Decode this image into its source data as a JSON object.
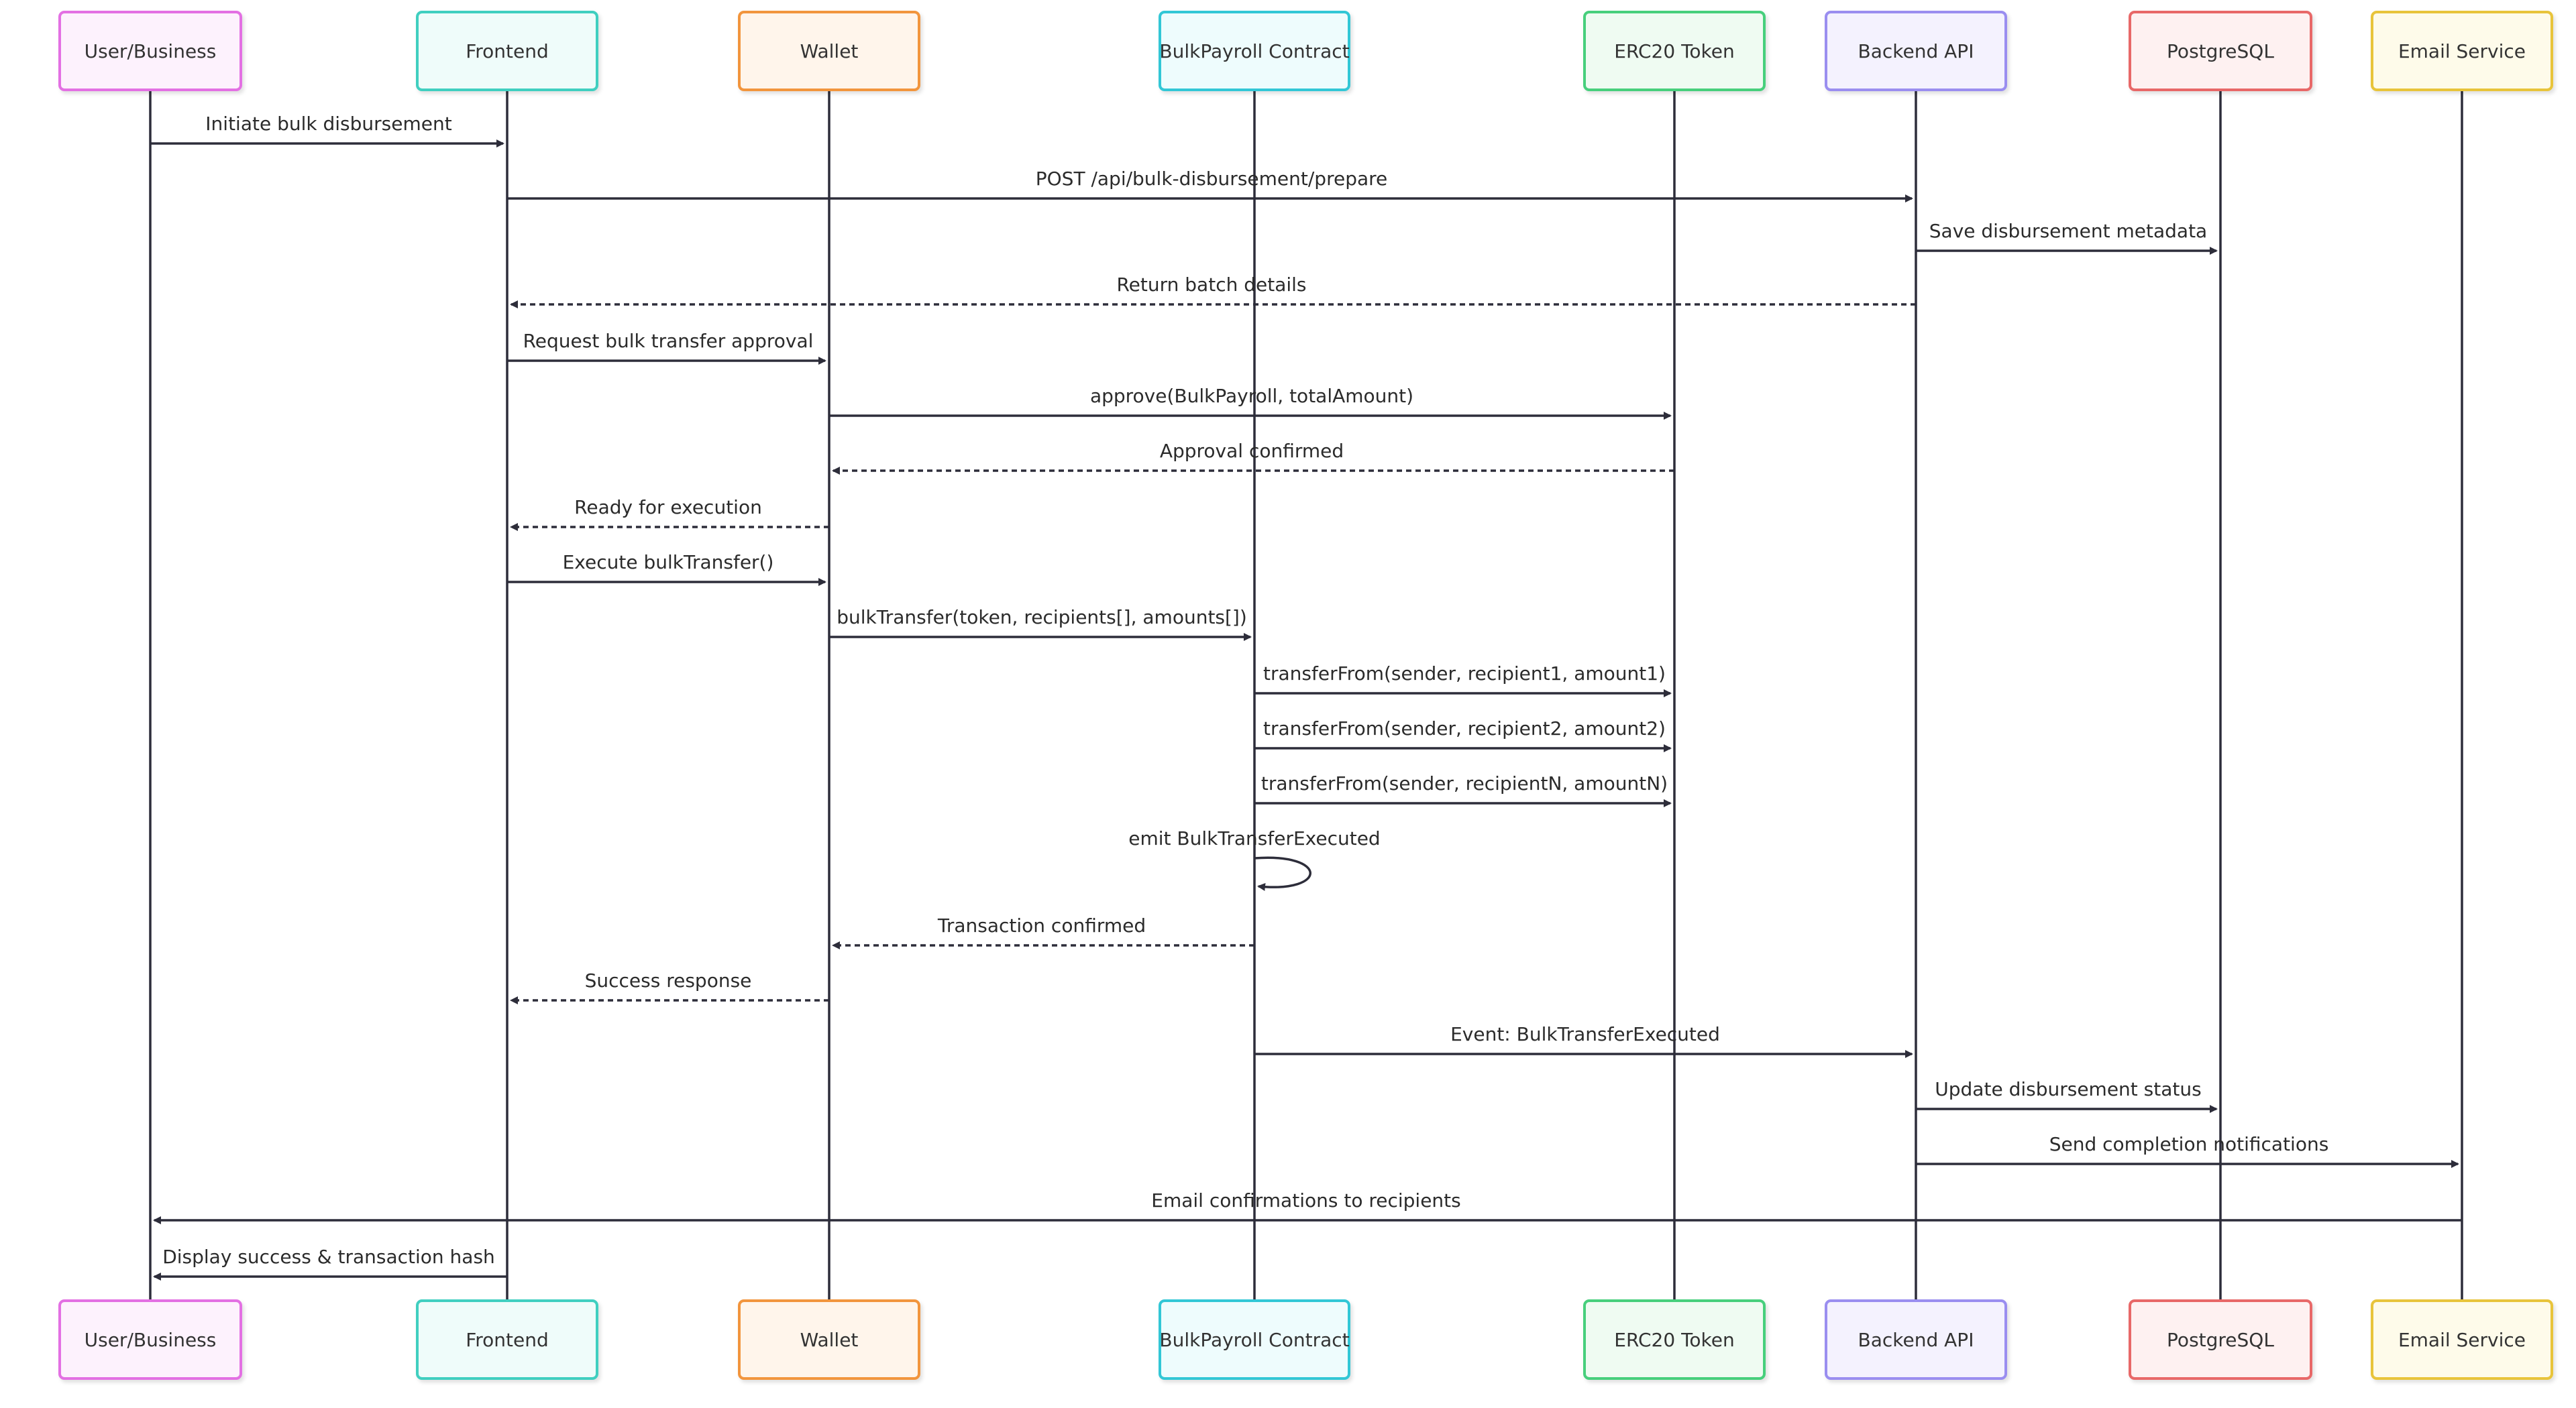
{
  "participants": [
    {
      "id": "user",
      "label": "User/Business",
      "stroke": "#e36fe3",
      "fill": "#fdf2fd"
    },
    {
      "id": "fe",
      "label": "Frontend",
      "stroke": "#3fcfc0",
      "fill": "#effcfa"
    },
    {
      "id": "wallet",
      "label": "Wallet",
      "stroke": "#f2953e",
      "fill": "#fff5eb"
    },
    {
      "id": "bulk",
      "label": "BulkPayroll Contract",
      "stroke": "#32c7d6",
      "fill": "#eefcfd"
    },
    {
      "id": "erc20",
      "label": "ERC20 Token",
      "stroke": "#47cf7c",
      "fill": "#effbf2"
    },
    {
      "id": "api",
      "label": "Backend API",
      "stroke": "#9a8ef0",
      "fill": "#f4f2fe"
    },
    {
      "id": "pg",
      "label": "PostgreSQL",
      "stroke": "#e86868",
      "fill": "#fef1f1"
    },
    {
      "id": "email",
      "label": "Email Service",
      "stroke": "#e8c43a",
      "fill": "#fefbea"
    }
  ],
  "messages": [
    {
      "from": "user",
      "to": "fe",
      "text": "Initiate bulk disbursement",
      "style": "solid"
    },
    {
      "from": "fe",
      "to": "api",
      "text": "POST /api/bulk-disbursement/prepare",
      "style": "solid"
    },
    {
      "from": "api",
      "to": "pg",
      "text": "Save disbursement metadata",
      "style": "solid"
    },
    {
      "from": "api",
      "to": "fe",
      "text": "Return batch details",
      "style": "dashed"
    },
    {
      "from": "fe",
      "to": "wallet",
      "text": "Request bulk transfer approval",
      "style": "solid"
    },
    {
      "from": "wallet",
      "to": "erc20",
      "text": "approve(BulkPayroll, totalAmount)",
      "style": "solid"
    },
    {
      "from": "erc20",
      "to": "wallet",
      "text": "Approval confirmed",
      "style": "dashed"
    },
    {
      "from": "wallet",
      "to": "fe",
      "text": "Ready for execution",
      "style": "dashed"
    },
    {
      "from": "fe",
      "to": "wallet",
      "text": "Execute bulkTransfer()",
      "style": "solid"
    },
    {
      "from": "wallet",
      "to": "bulk",
      "text": "bulkTransfer(token, recipients[], amounts[])",
      "style": "solid"
    },
    {
      "from": "bulk",
      "to": "erc20",
      "text": "transferFrom(sender, recipient1, amount1)",
      "style": "solid"
    },
    {
      "from": "bulk",
      "to": "erc20",
      "text": "transferFrom(sender, recipient2, amount2)",
      "style": "solid"
    },
    {
      "from": "bulk",
      "to": "erc20",
      "text": "transferFrom(sender, recipientN, amountN)",
      "style": "solid"
    },
    {
      "from": "bulk",
      "to": "bulk",
      "text": "emit BulkTransferExecuted",
      "style": "solid"
    },
    {
      "from": "bulk",
      "to": "wallet",
      "text": "Transaction confirmed",
      "style": "dashed"
    },
    {
      "from": "wallet",
      "to": "fe",
      "text": "Success response",
      "style": "dashed"
    },
    {
      "from": "bulk",
      "to": "api",
      "text": "Event: BulkTransferExecuted",
      "style": "solid"
    },
    {
      "from": "api",
      "to": "pg",
      "text": "Update disbursement status",
      "style": "solid"
    },
    {
      "from": "api",
      "to": "email",
      "text": "Send completion notifications",
      "style": "solid"
    },
    {
      "from": "email",
      "to": "user",
      "text": "Email confirmations to recipients",
      "style": "solid"
    },
    {
      "from": "fe",
      "to": "user",
      "text": "Display success & transaction hash",
      "style": "solid"
    }
  ]
}
